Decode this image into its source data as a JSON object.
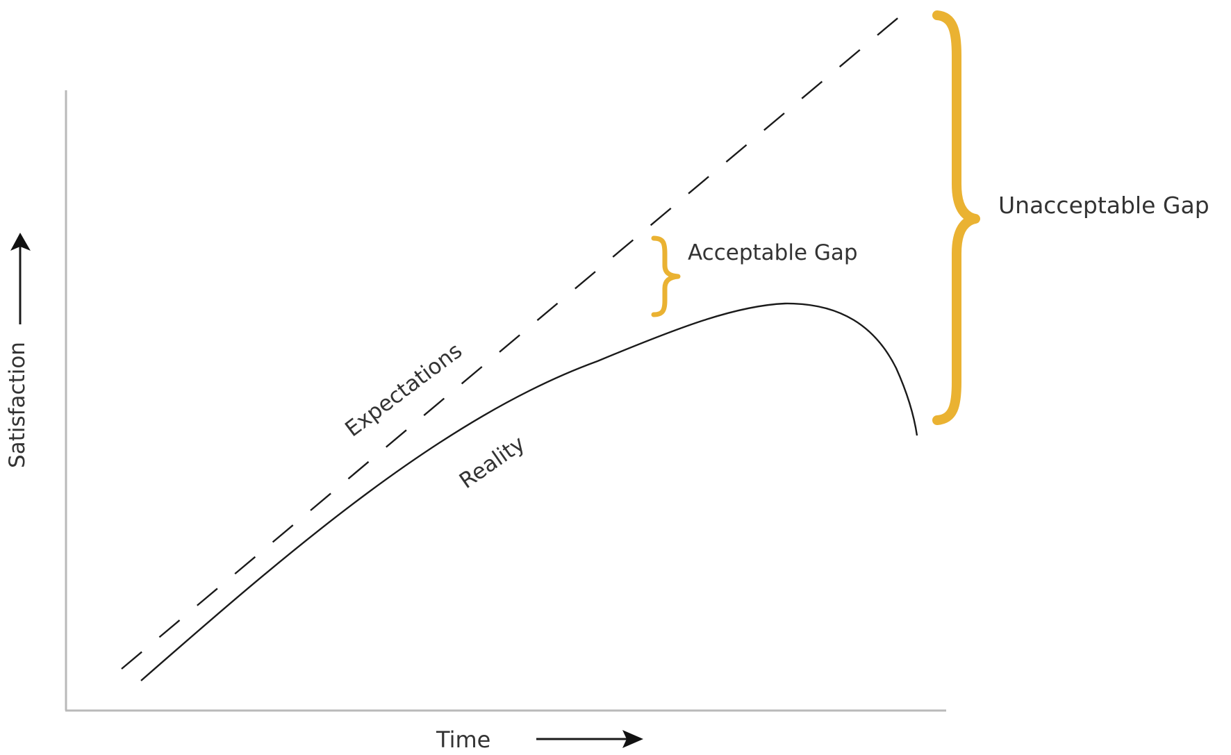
{
  "diagram": {
    "title": "",
    "axes": {
      "x_label": "Time",
      "y_label": "Satisfaction",
      "x_arrow": "right-arrow",
      "y_arrow": "up-arrow"
    },
    "series": [
      {
        "name": "Expectations",
        "style": "dashed",
        "shape": "straight rising line"
      },
      {
        "name": "Reality",
        "style": "solid",
        "shape": "rises, peaks, then falls sharply"
      }
    ],
    "annotations": [
      {
        "label": "Acceptable Gap",
        "type": "brace",
        "between": "Expectations and Reality near peak"
      },
      {
        "label": "Unacceptable Gap",
        "type": "brace",
        "between": "Expectations and Reality at end"
      }
    ],
    "colors": {
      "brace": "#EAB232",
      "axis": "#B9B9B9",
      "line": "#1A1A1A",
      "text": "#333333"
    }
  },
  "chart_data": {
    "type": "line",
    "title": "",
    "xlabel": "Time",
    "ylabel": "Satisfaction",
    "grid": false,
    "legend": "inline labels",
    "x": [
      0,
      10,
      20,
      30,
      40,
      50,
      60,
      70,
      80,
      90,
      100
    ],
    "series": [
      {
        "name": "Expectations",
        "values": [
          5,
          14,
          23,
          32,
          41,
          50,
          59,
          68,
          77,
          86,
          95
        ]
      },
      {
        "name": "Reality",
        "values": [
          4,
          13,
          22,
          31,
          39,
          46,
          52,
          56,
          58,
          55,
          38
        ]
      }
    ],
    "annotations": [
      "Acceptable Gap",
      "Unacceptable Gap"
    ]
  }
}
